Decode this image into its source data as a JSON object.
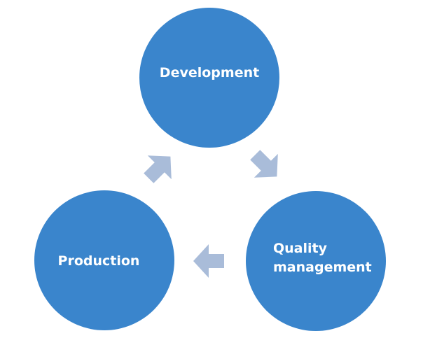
{
  "diagram": {
    "type": "cycle",
    "nodes": [
      {
        "id": "development",
        "label_lines": [
          "Development"
        ]
      },
      {
        "id": "quality",
        "label_lines": [
          "Quality",
          "management"
        ]
      },
      {
        "id": "production",
        "label_lines": [
          "Production"
        ]
      }
    ],
    "edges": [
      {
        "from": "development",
        "to": "quality"
      },
      {
        "from": "quality",
        "to": "production"
      },
      {
        "from": "production",
        "to": "development"
      }
    ],
    "colors": {
      "node_fill": "#3a85cc",
      "arrow_fill": "#a9bcd9",
      "text": "#ffffff",
      "background": "#ffffff"
    }
  }
}
